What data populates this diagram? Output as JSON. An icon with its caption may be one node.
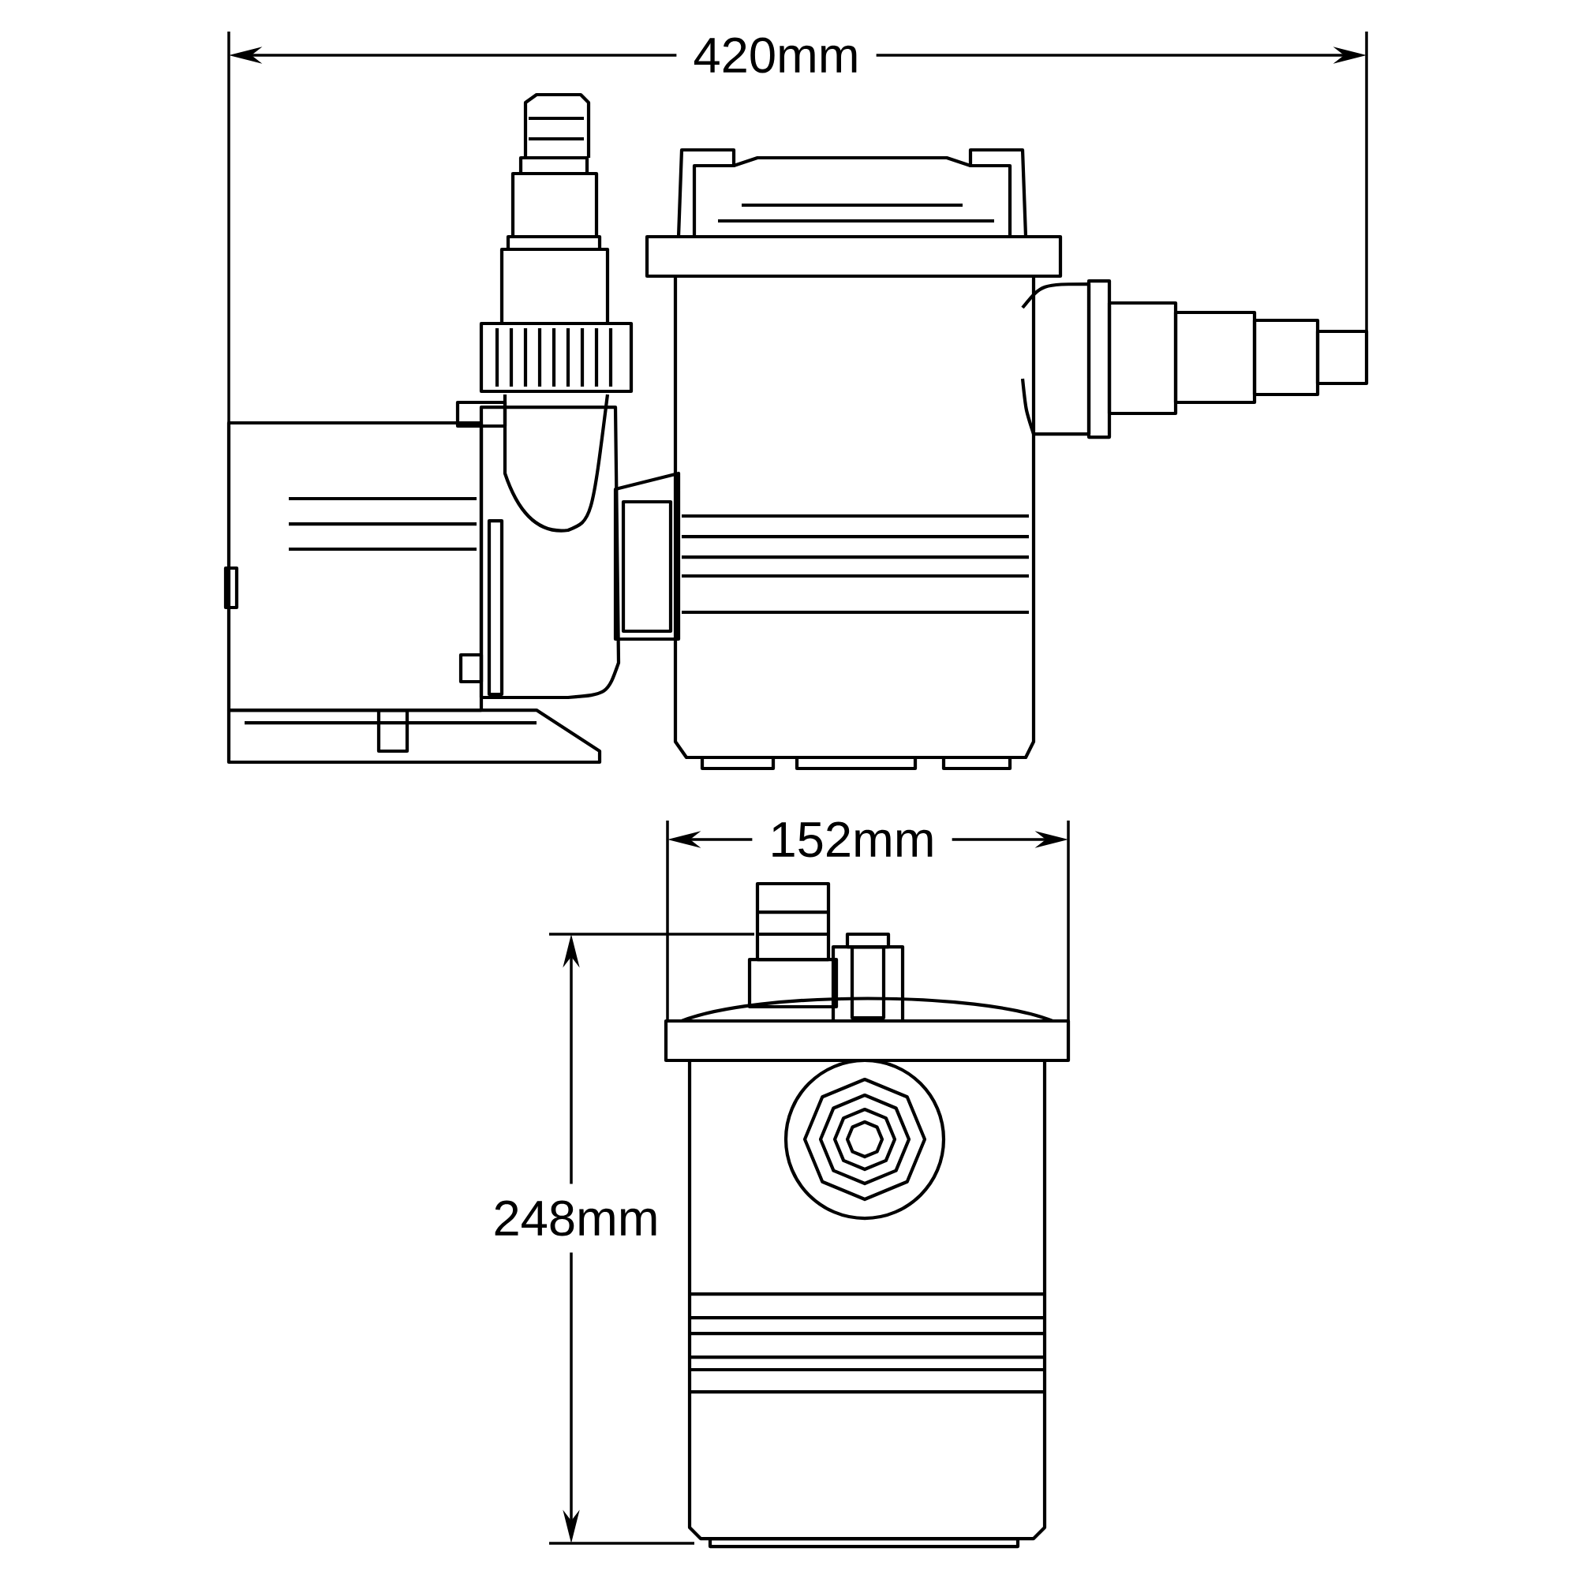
{
  "diagram": {
    "labels": [
      "420mm",
      "152mm",
      "248mm"
    ]
  }
}
